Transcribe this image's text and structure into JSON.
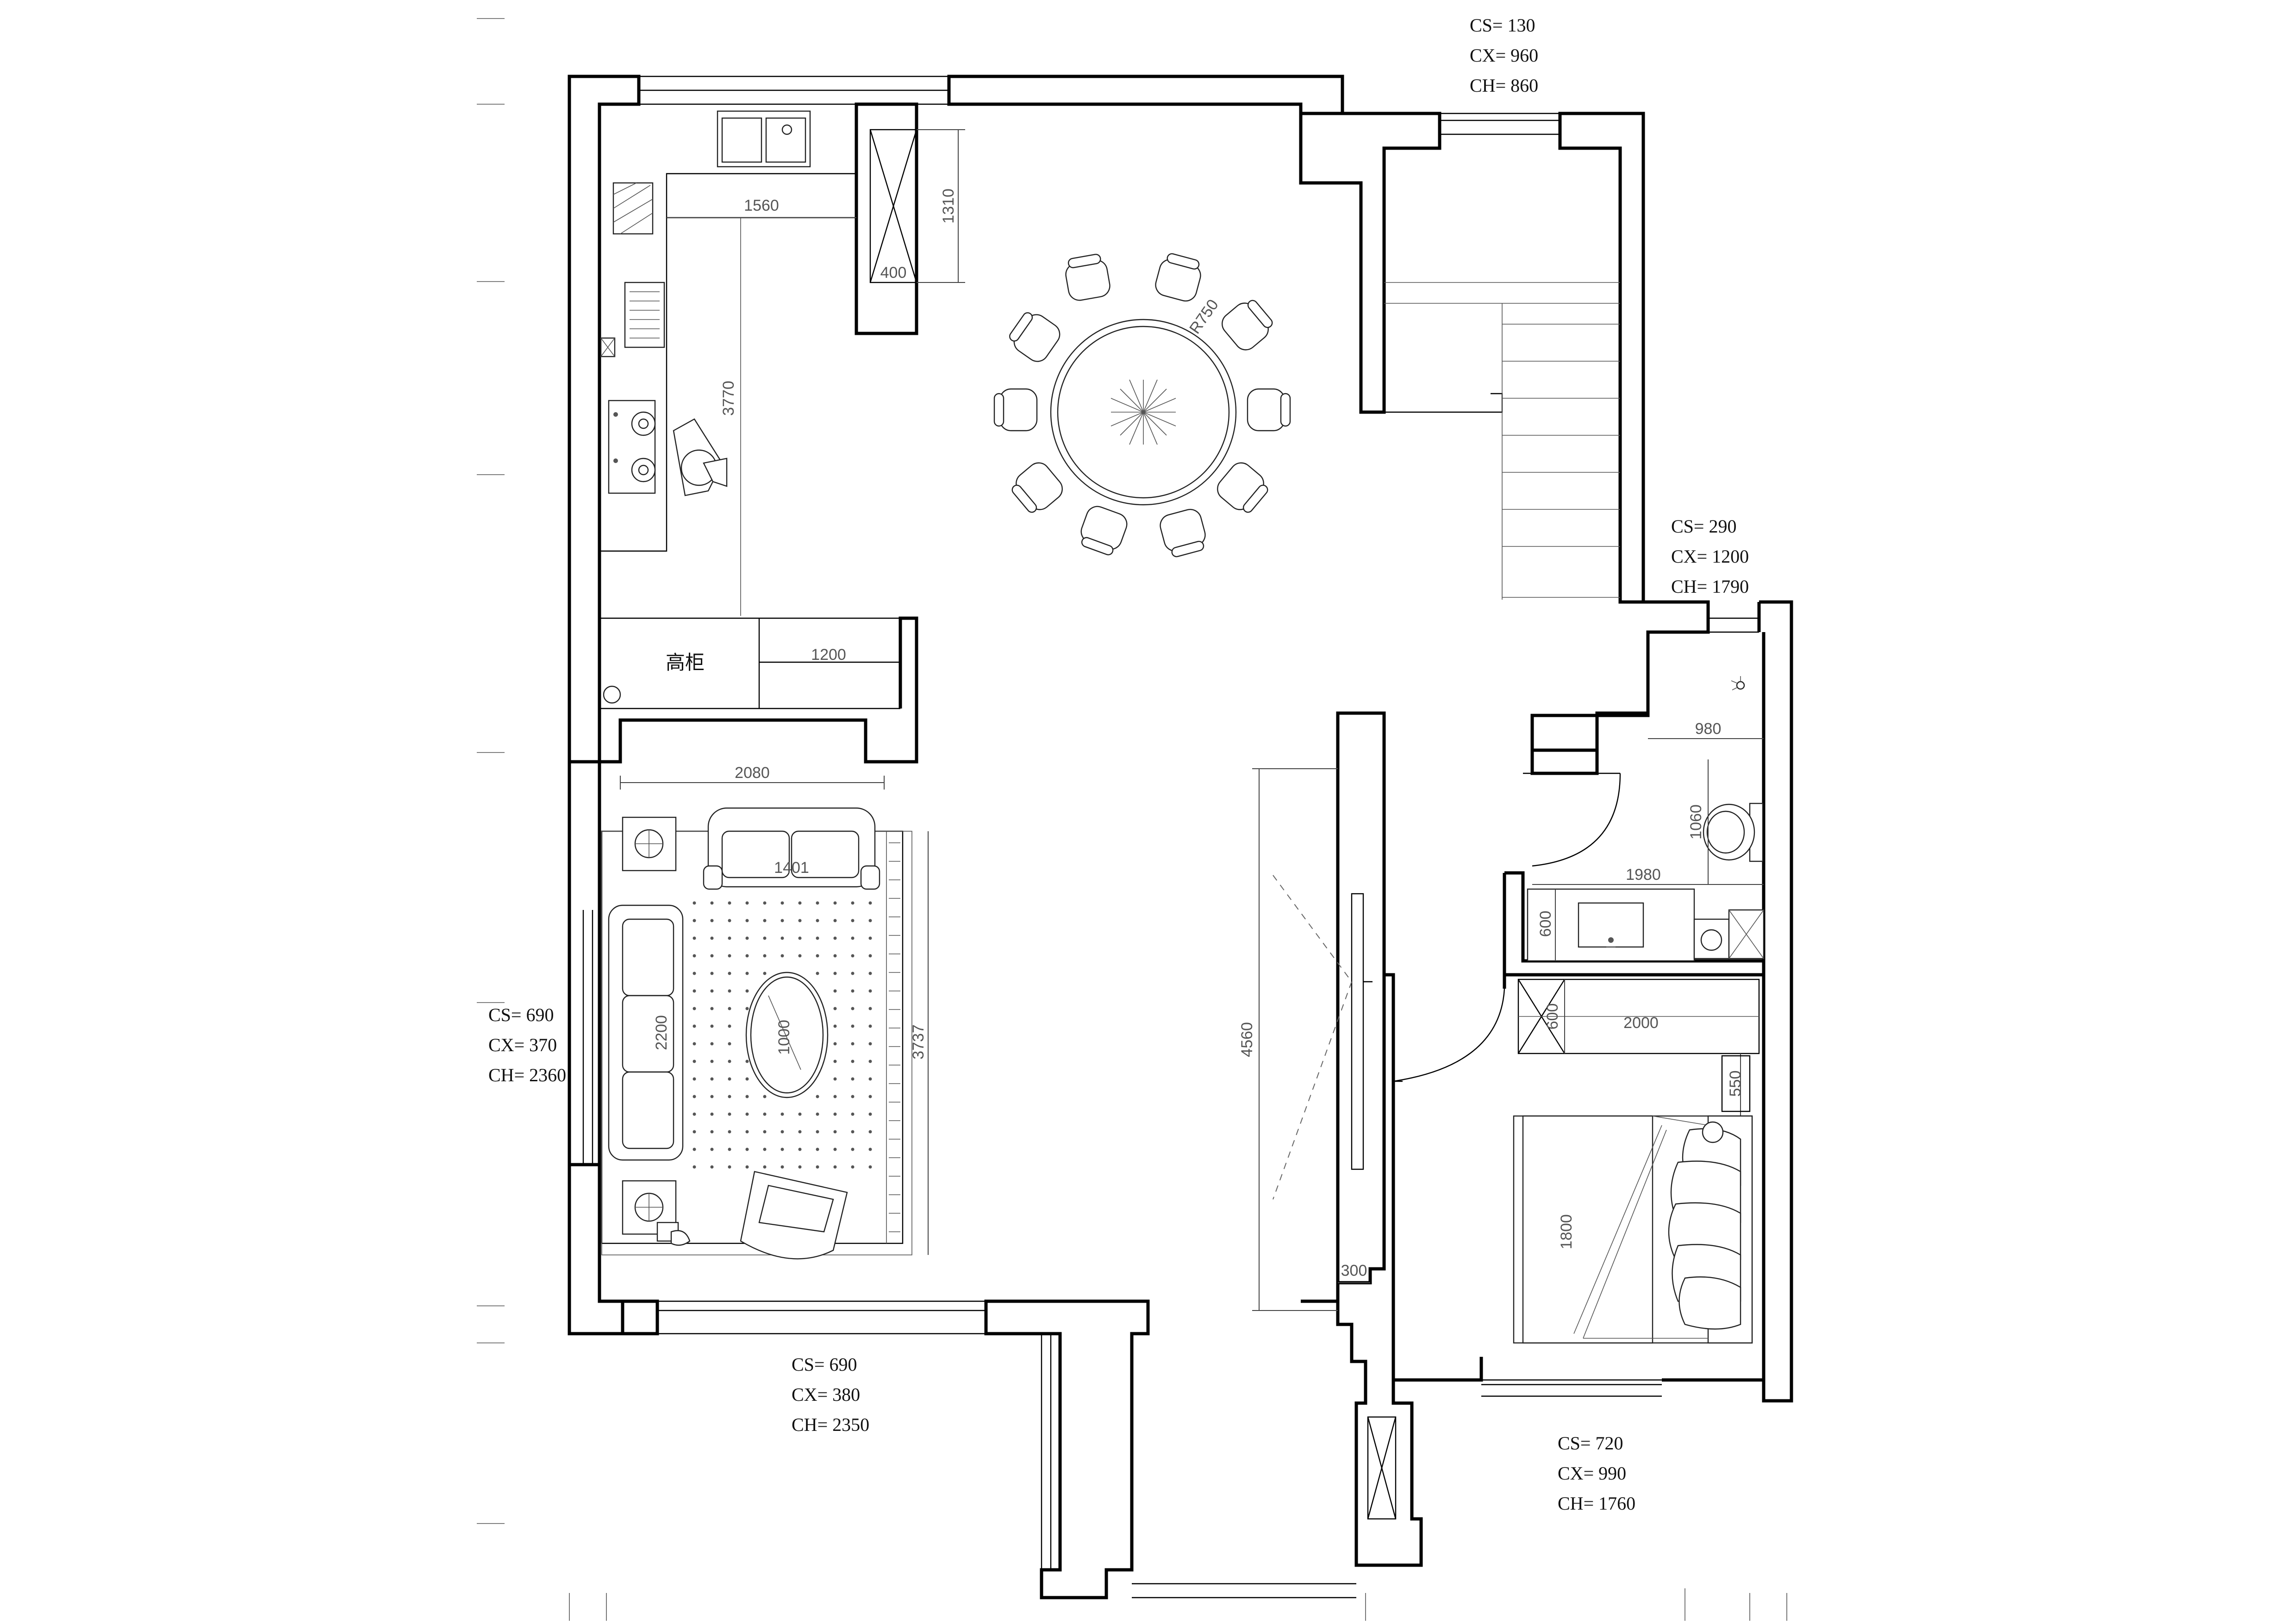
{
  "diagram": {
    "room_label": "高柜",
    "window_annotations": [
      {
        "id": "top",
        "lines": [
          "CS= 130",
          "CX= 960",
          "CH= 860"
        ]
      },
      {
        "id": "bath",
        "lines": [
          "CS= 290",
          "CX= 1200",
          "CH= 1790"
        ]
      },
      {
        "id": "living-left",
        "lines": [
          "CS= 690",
          "CX= 370",
          "CH= 2360"
        ]
      },
      {
        "id": "bottom-center",
        "lines": [
          "CS= 690",
          "CX= 380",
          "CH= 2350"
        ]
      },
      {
        "id": "bedroom",
        "lines": [
          "CS= 720",
          "CX= 990",
          "CH= 1760"
        ]
      }
    ],
    "dimensions": {
      "kitchen_width": "1560",
      "kitchen_length": "3770",
      "column_height": "1310",
      "column_width": "400",
      "tall_cabinet": "1200",
      "living_width": "2080",
      "sofa_length": "1401",
      "rug_length": "3737",
      "side_sofa": "2200",
      "coffee_table": "1000",
      "tv_wall": "4560",
      "tv_wall_depth": "300",
      "dining_radius": "R750",
      "bath_width": "980",
      "bath_length": "1980",
      "toilet_depth": "1060",
      "vanity_depth": "600",
      "wardrobe_depth": "600",
      "wardrobe_length": "2000",
      "bed_gap": "550",
      "bed_width": "1800"
    }
  }
}
